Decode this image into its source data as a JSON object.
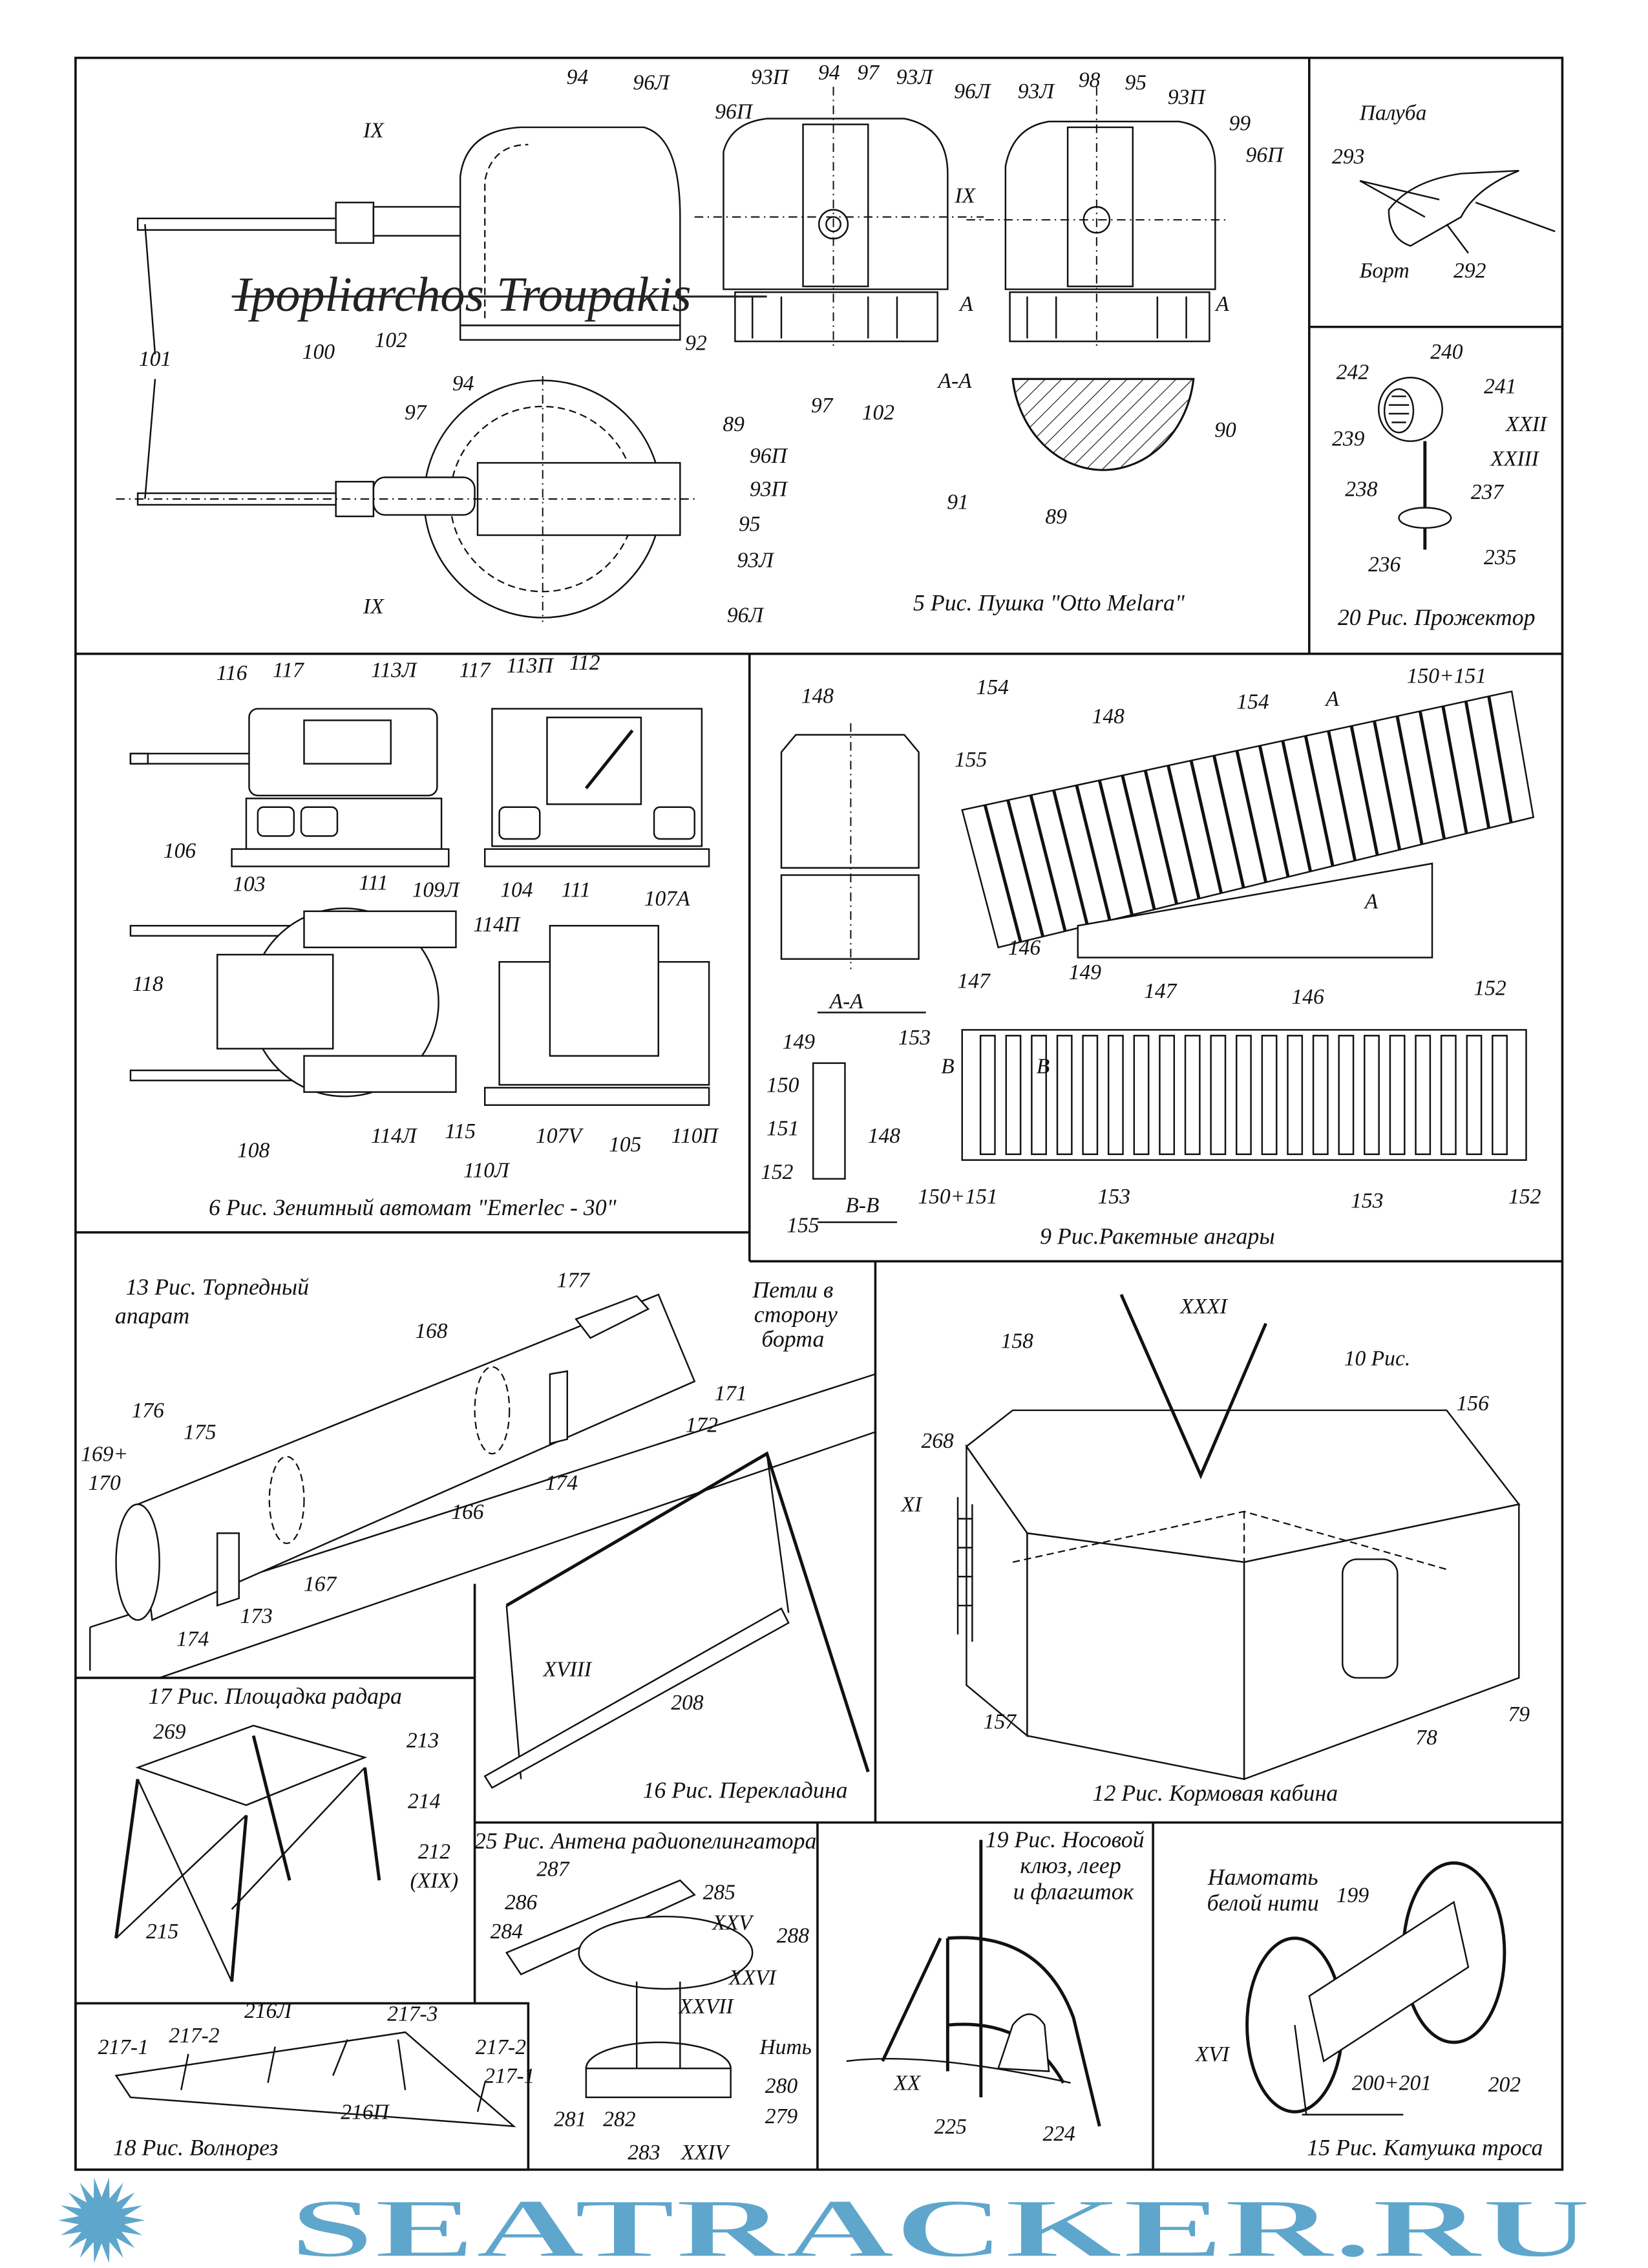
{
  "title_overlay": "Ipopliarchos Troupakis",
  "watermark": "SEATRACKER.RU",
  "colors": {
    "ink": "#111111",
    "watermark": "#5fa6cc"
  },
  "fig5": {
    "caption": "5 Рис. Пушка \"Otto Melara\"",
    "labels": [
      "94",
      "96Л",
      "IX",
      "93П",
      "94",
      "97",
      "93Л",
      "96Л",
      "93Л",
      "98",
      "95",
      "93П",
      "99",
      "96П",
      "96П",
      "IX",
      "101",
      "100",
      "102",
      "92",
      "A",
      "A",
      "A-A",
      "89",
      "97",
      "102",
      "90",
      "94",
      "97",
      "96П",
      "93П",
      "95",
      "93Л",
      "91",
      "89",
      "IX",
      "96Л"
    ]
  },
  "fig_deck": {
    "labels": [
      "Палуба",
      "293",
      "Борт",
      "292"
    ]
  },
  "fig20": {
    "caption": "20 Рис. Прожектор",
    "labels": [
      "240",
      "242",
      "241",
      "239",
      "XXII",
      "XXIII",
      "238",
      "237",
      "236",
      "235"
    ]
  },
  "fig6": {
    "caption": "6 Рис. Зенитный автомат \"Emerlec - 30\"",
    "labels": [
      "116",
      "117",
      "113Л",
      "117",
      "113П",
      "112",
      "106",
      "103",
      "111",
      "109Л",
      "104",
      "111",
      "107А",
      "114П",
      "118",
      "115",
      "108",
      "114Л",
      "110Л",
      "107V",
      "105",
      "110П"
    ]
  },
  "fig9": {
    "caption": "9 Рис.Ракетные ангары",
    "labels": [
      "148",
      "154",
      "148",
      "155",
      "154",
      "A",
      "150+151",
      "146",
      "149",
      "147",
      "A",
      "146",
      "152",
      "A-A",
      "149",
      "153",
      "150",
      "151",
      "152",
      "148",
      "B-B",
      "155",
      "147",
      "B",
      "B",
      "150+151",
      "153",
      "153",
      "152"
    ]
  },
  "fig13": {
    "caption_line1": "13 Рис. Торпедный",
    "caption_line2": "апарат",
    "note": [
      "Петли в",
      "сторону",
      "борта"
    ],
    "labels": [
      "177",
      "168",
      "171",
      "172",
      "176",
      "175",
      "169+",
      "170",
      "166",
      "174",
      "167",
      "173",
      "174"
    ]
  },
  "fig12": {
    "caption": "12 Рис. Кормовая кабина",
    "labels": [
      "XXXI",
      "158",
      "10 Рис.",
      "156",
      "268",
      "XI",
      "157",
      "78",
      "79"
    ]
  },
  "fig16": {
    "caption": "16 Рис. Перекладина",
    "labels": [
      "XVIII",
      "208"
    ]
  },
  "fig17": {
    "caption": "17 Рис. Площадка радара",
    "labels": [
      "269",
      "213",
      "214",
      "212",
      "(XIX)",
      "215"
    ]
  },
  "fig25": {
    "caption": "25 Рис. Антена радиопелингатора",
    "labels": [
      "287",
      "286",
      "285",
      "284",
      "XXV",
      "288",
      "XXVI",
      "XXVII",
      "Нить",
      "280",
      "279",
      "281",
      "282",
      "283",
      "XXIV"
    ]
  },
  "fig19": {
    "caption": [
      "19 Рис. Носовой",
      "клюз, леер",
      "и флагшток"
    ],
    "labels": [
      "XX",
      "225",
      "224"
    ]
  },
  "fig15": {
    "caption": "15 Рис. Катушка троса",
    "note": [
      "Намотать",
      "белой нити"
    ],
    "labels": [
      "199",
      "XVI",
      "200+201",
      "202"
    ]
  },
  "fig18": {
    "caption": "18 Рис. Волнорез",
    "labels": [
      "217-1",
      "217-2",
      "216Л",
      "217-3",
      "217-2",
      "217-1",
      "216П"
    ]
  }
}
